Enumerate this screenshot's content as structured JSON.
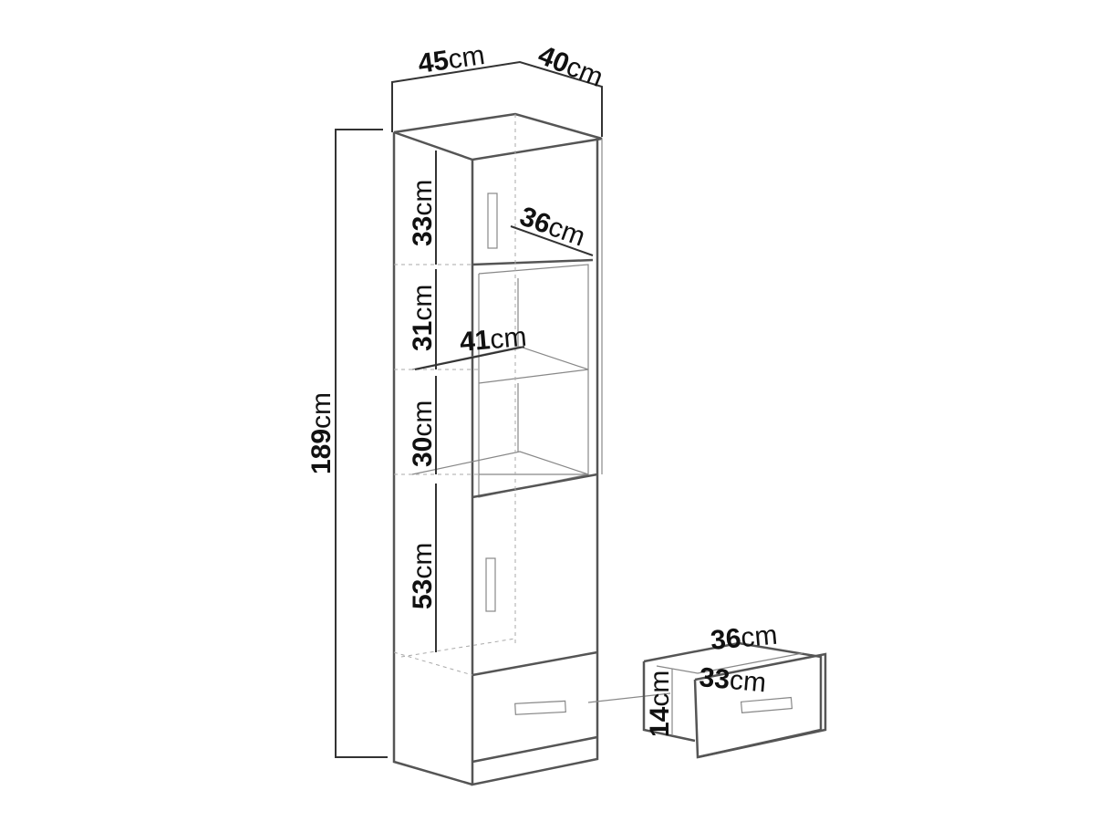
{
  "dimensions": {
    "width": {
      "value": "45",
      "unit": "cm"
    },
    "depth": {
      "value": "40",
      "unit": "cm"
    },
    "height": {
      "value": "189",
      "unit": "cm"
    },
    "top_compartment": {
      "value": "33",
      "unit": "cm"
    },
    "inner_depth": {
      "value": "36",
      "unit": "cm"
    },
    "upper_open": {
      "value": "31",
      "unit": "cm"
    },
    "inner_width": {
      "value": "41",
      "unit": "cm"
    },
    "lower_open": {
      "value": "30",
      "unit": "cm"
    },
    "bottom_compartment": {
      "value": "53",
      "unit": "cm"
    },
    "drawer_depth": {
      "value": "36",
      "unit": "cm"
    },
    "drawer_width": {
      "value": "33",
      "unit": "cm"
    },
    "drawer_height": {
      "value": "14",
      "unit": "cm"
    }
  }
}
